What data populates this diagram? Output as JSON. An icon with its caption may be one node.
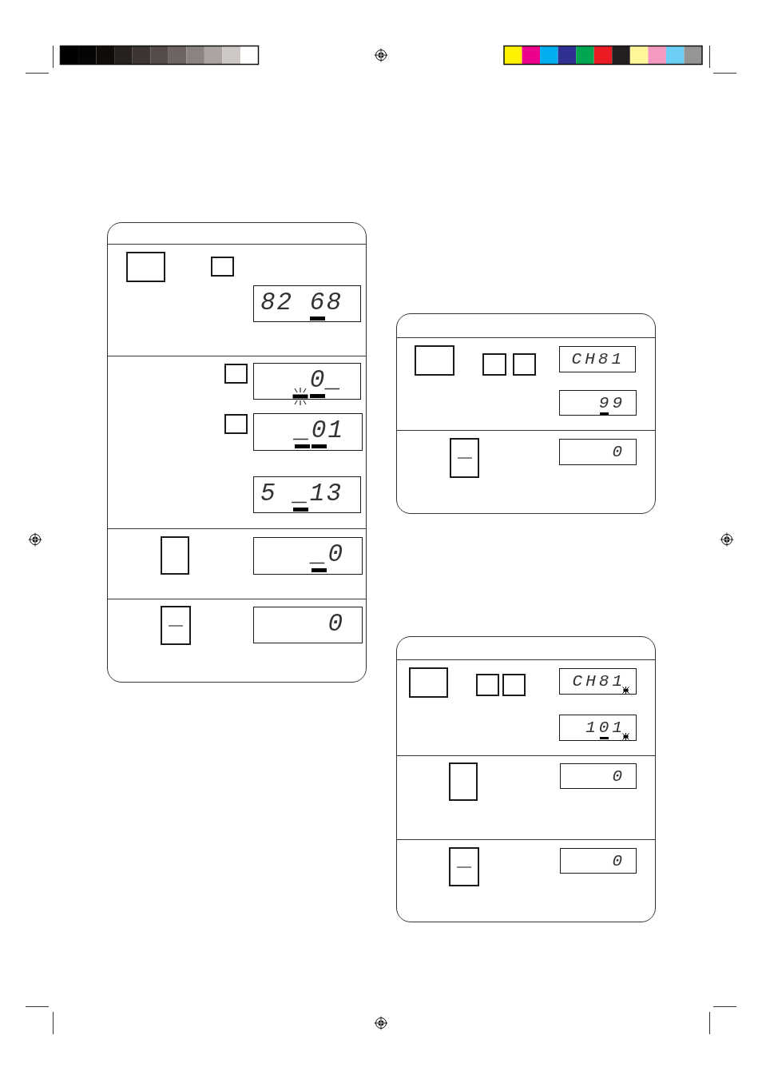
{
  "diagram": {
    "nodes": [
      {
        "text": [],
        "shape": "box"
      },
      {
        "text": [],
        "shape": "box",
        "in": 0
      },
      {
        "text": [],
        "shape": "box",
        "in": 0
      },
      {
        "text": [
          "82 68"
        ],
        "in": 0
      },
      {
        "text": [],
        "shape": "box",
        "in": 0
      },
      {
        "text": [
          "0_"
        ],
        "in": 0
      },
      {
        "text": [],
        "shape": "box",
        "in": 0
      },
      {
        "text": [
          "_01"
        ],
        "in": 0
      },
      {
        "text": [
          "5 _13"
        ],
        "in": 0
      },
      {
        "text": [],
        "shape": "box",
        "in": 0
      },
      {
        "text": [
          "_0"
        ],
        "in": 0
      },
      {
        "text": [],
        "shape": "box",
        "in": 0
      },
      {
        "text": [
          "0"
        ],
        "in": 0
      },
      {
        "text": [],
        "shape": "box"
      },
      {
        "text": [],
        "shape": "box",
        "in": 13
      },
      {
        "text": [],
        "shape": "box",
        "in": 13
      },
      {
        "text": [],
        "shape": "box",
        "in": 13
      },
      {
        "text": [
          "CH81"
        ],
        "in": 13
      },
      {
        "text": [
          "99"
        ],
        "in": 13
      },
      {
        "text": [],
        "shape": "box",
        "in": 13
      },
      {
        "text": [
          "0"
        ],
        "in": 13
      },
      {
        "text": [],
        "shape": "box"
      },
      {
        "text": [],
        "shape": "box",
        "in": 21
      },
      {
        "text": [],
        "shape": "box",
        "in": 21
      },
      {
        "text": [],
        "shape": "box",
        "in": 21
      },
      {
        "text": [
          "CH81"
        ],
        "in": 21
      },
      {
        "text": [
          "101"
        ],
        "in": 21
      },
      {
        "text": [],
        "shape": "box",
        "in": 21
      },
      {
        "text": [
          "0"
        ],
        "in": 21
      },
      {
        "text": [],
        "shape": "box",
        "in": 21
      },
      {
        "text": [
          "0"
        ],
        "in": 21
      }
    ]
  }
}
